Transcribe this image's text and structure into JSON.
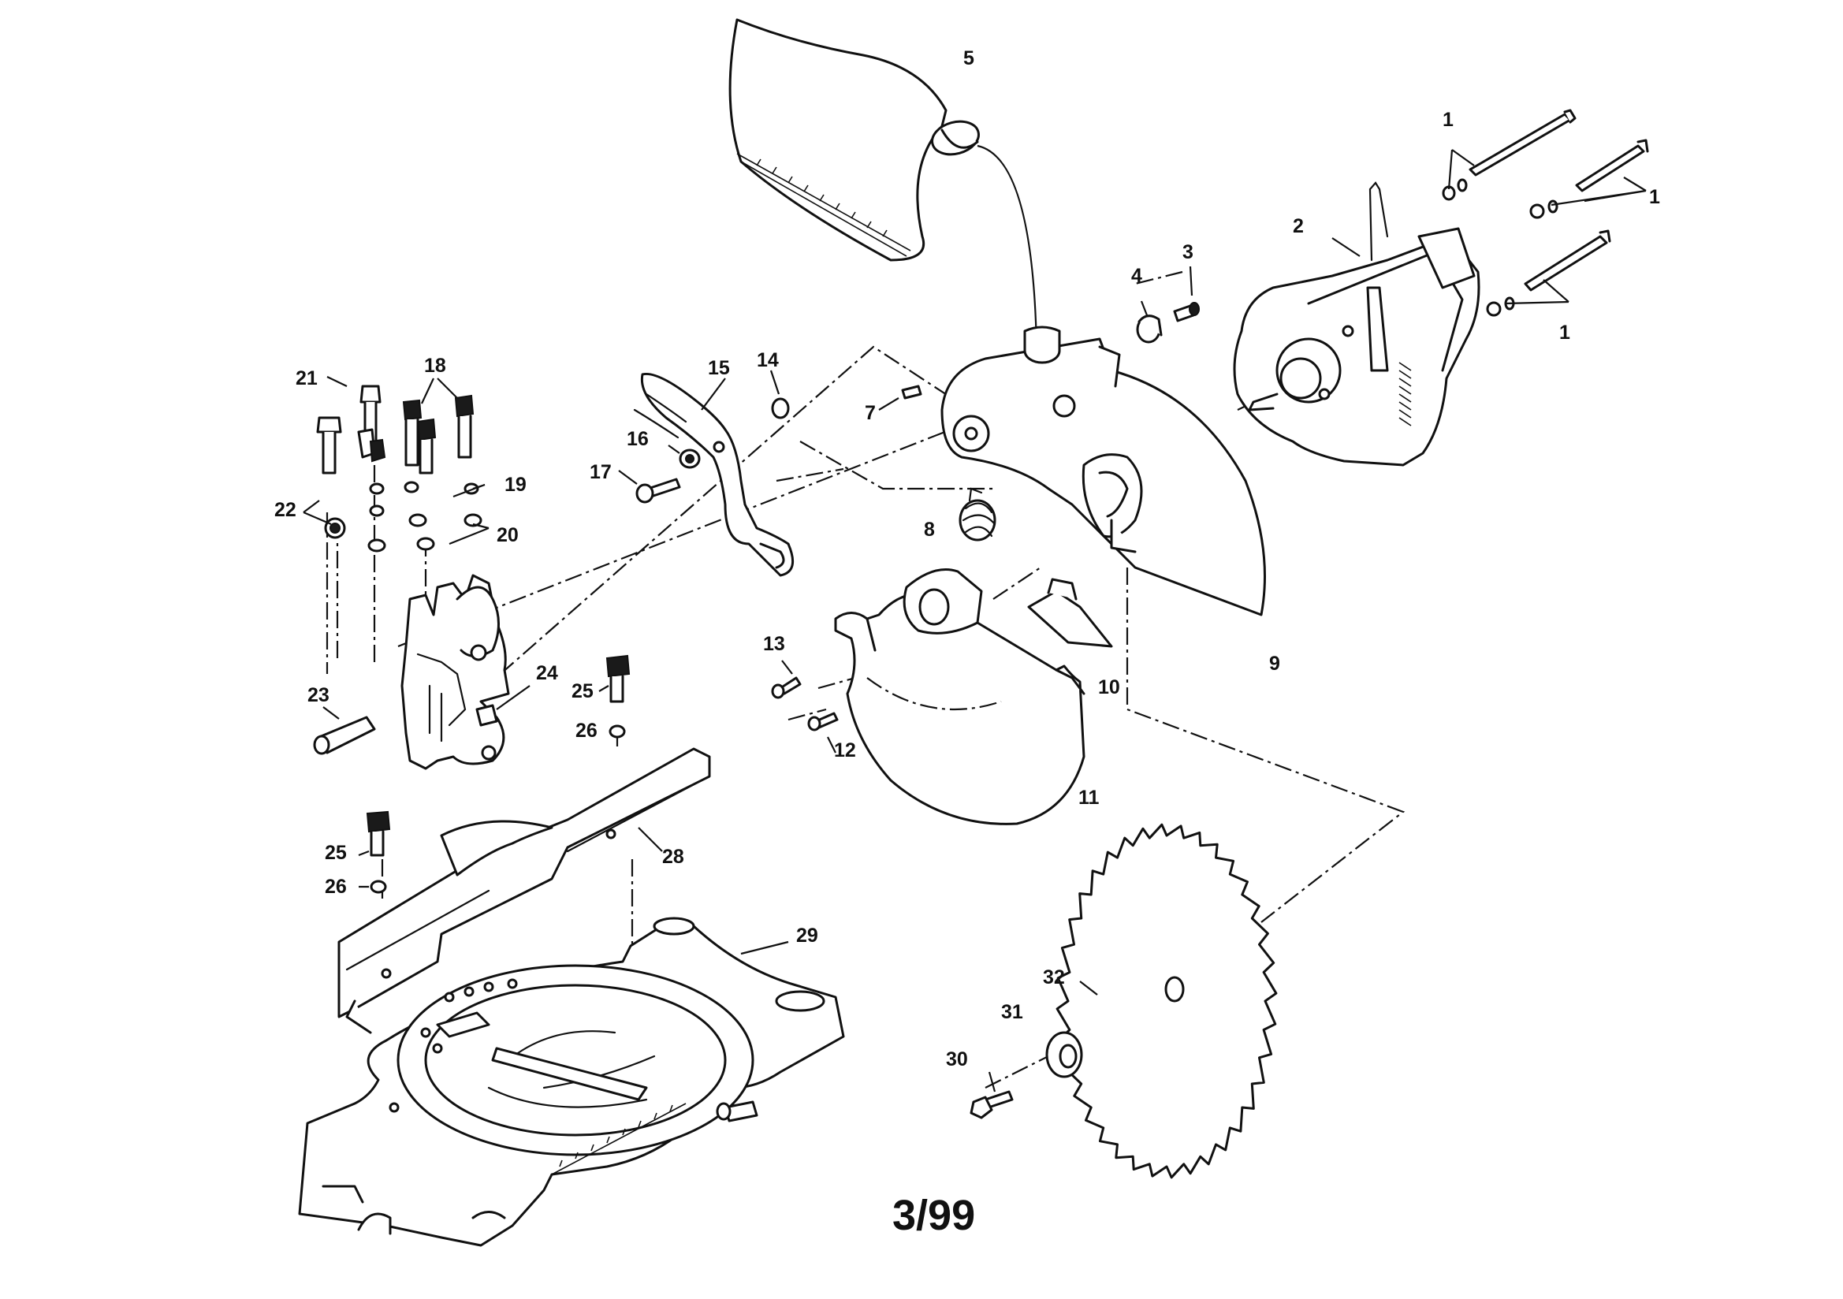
{
  "diagram": {
    "parts": [
      {
        "id": "1",
        "name": "bolt-with-washer"
      },
      {
        "id": "2",
        "name": "motor"
      },
      {
        "id": "3",
        "name": "screw"
      },
      {
        "id": "4",
        "name": "cap"
      },
      {
        "id": "5",
        "name": "dust-bag"
      },
      {
        "id": "7",
        "name": "screw"
      },
      {
        "id": "8",
        "name": "spring"
      },
      {
        "id": "9",
        "name": "upper-blade-guard"
      },
      {
        "id": "10",
        "name": "deflector"
      },
      {
        "id": "11",
        "name": "lower-blade-guard"
      },
      {
        "id": "12",
        "name": "screw"
      },
      {
        "id": "13",
        "name": "screw"
      },
      {
        "id": "14",
        "name": "nut"
      },
      {
        "id": "15",
        "name": "link-arm"
      },
      {
        "id": "16",
        "name": "washer"
      },
      {
        "id": "17",
        "name": "screw"
      },
      {
        "id": "18",
        "name": "screw"
      },
      {
        "id": "19",
        "name": "washer"
      },
      {
        "id": "20",
        "name": "washer"
      },
      {
        "id": "21",
        "name": "bolt"
      },
      {
        "id": "22",
        "name": "nut"
      },
      {
        "id": "23",
        "name": "pin"
      },
      {
        "id": "24",
        "name": "hinge-bracket"
      },
      {
        "id": "25",
        "name": "screw"
      },
      {
        "id": "26",
        "name": "washer"
      },
      {
        "id": "28",
        "name": "fence"
      },
      {
        "id": "29",
        "name": "base"
      },
      {
        "id": "30",
        "name": "bolt"
      },
      {
        "id": "31",
        "name": "washer"
      },
      {
        "id": "32",
        "name": "blade"
      }
    ],
    "labels": {
      "l1a": "1",
      "l1b": "1",
      "l1c": "1",
      "l2": "2",
      "l3": "3",
      "l4": "4",
      "l5": "5",
      "l7": "7",
      "l8": "8",
      "l9": "9",
      "l10": "10",
      "l11": "11",
      "l12": "12",
      "l13": "13",
      "l14": "14",
      "l15": "15",
      "l16": "16",
      "l17": "17",
      "l18": "18",
      "l19": "19",
      "l20": "20",
      "l21": "21",
      "l22": "22",
      "l23": "23",
      "l24": "24",
      "l25a": "25",
      "l26a": "26",
      "l25b": "25",
      "l26b": "26",
      "l28": "28",
      "l29": "29",
      "l30": "30",
      "l31": "31",
      "l32": "32"
    },
    "footer": "3/99"
  }
}
